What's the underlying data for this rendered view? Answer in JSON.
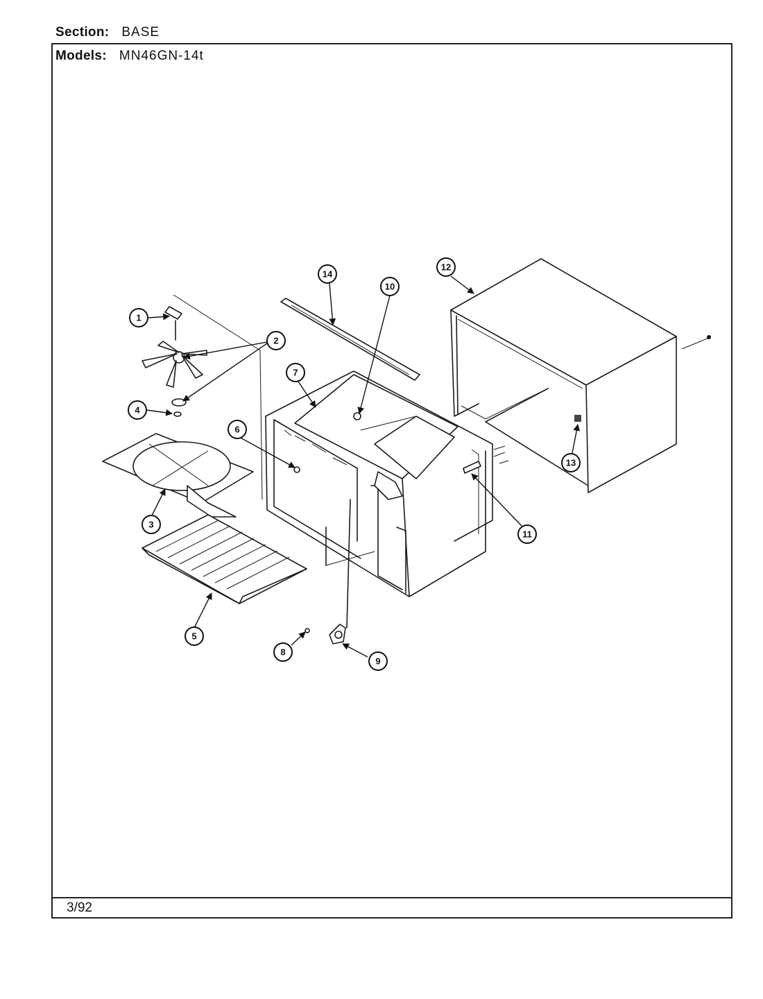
{
  "header": {
    "section_label": "Section:",
    "section_value": "BASE",
    "models_label": "Models:",
    "models_value": "MN46GN-14t"
  },
  "footer": {
    "date": "3/92"
  },
  "callouts": [
    "1",
    "2",
    "3",
    "4",
    "5",
    "6",
    "7",
    "8",
    "9",
    "10",
    "11",
    "12",
    "13",
    "14"
  ]
}
